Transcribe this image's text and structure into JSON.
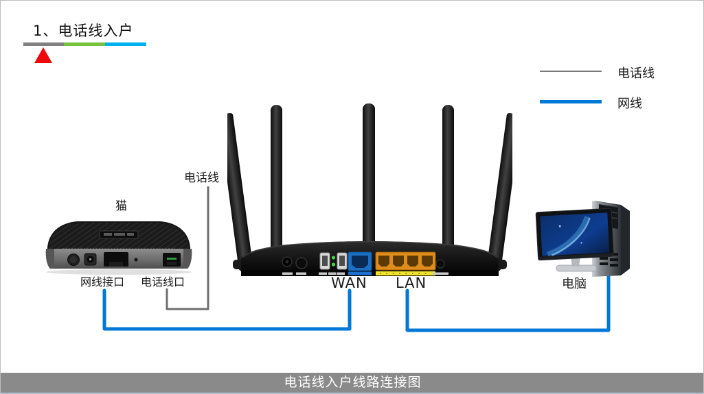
{
  "page": {
    "title": "1、电话线入户",
    "caption": "电话线入户线路连接图"
  },
  "legend": {
    "items": [
      {
        "label": "电话线",
        "line_color": "#7a7a7a",
        "line_style": "thin"
      },
      {
        "label": "网线",
        "line_color": "#0078D7",
        "line_style": "thick"
      }
    ]
  },
  "diagram": {
    "phone_cable_label": "电话线",
    "modem": {
      "name": "猫",
      "network_port_label": "网线接口",
      "phone_port_label": "电话线口"
    },
    "router": {
      "wan_label": "WAN",
      "lan_label": "LAN"
    },
    "computer": {
      "name": "电脑"
    }
  },
  "colors": {
    "phone_line": "#6E6E6E",
    "network_line": "#0078D7",
    "progress_segments": [
      "#808080",
      "#77C33C",
      "#00B0F0"
    ],
    "marker_red": "#EE0A0A",
    "wan_port": "#1B6FC4",
    "lan_ports": "#E08C1A",
    "lan_strip_yellow": "#EFE32B",
    "caption_bar": "#8A8A8A",
    "footer_strip": "#9DC3E6"
  }
}
